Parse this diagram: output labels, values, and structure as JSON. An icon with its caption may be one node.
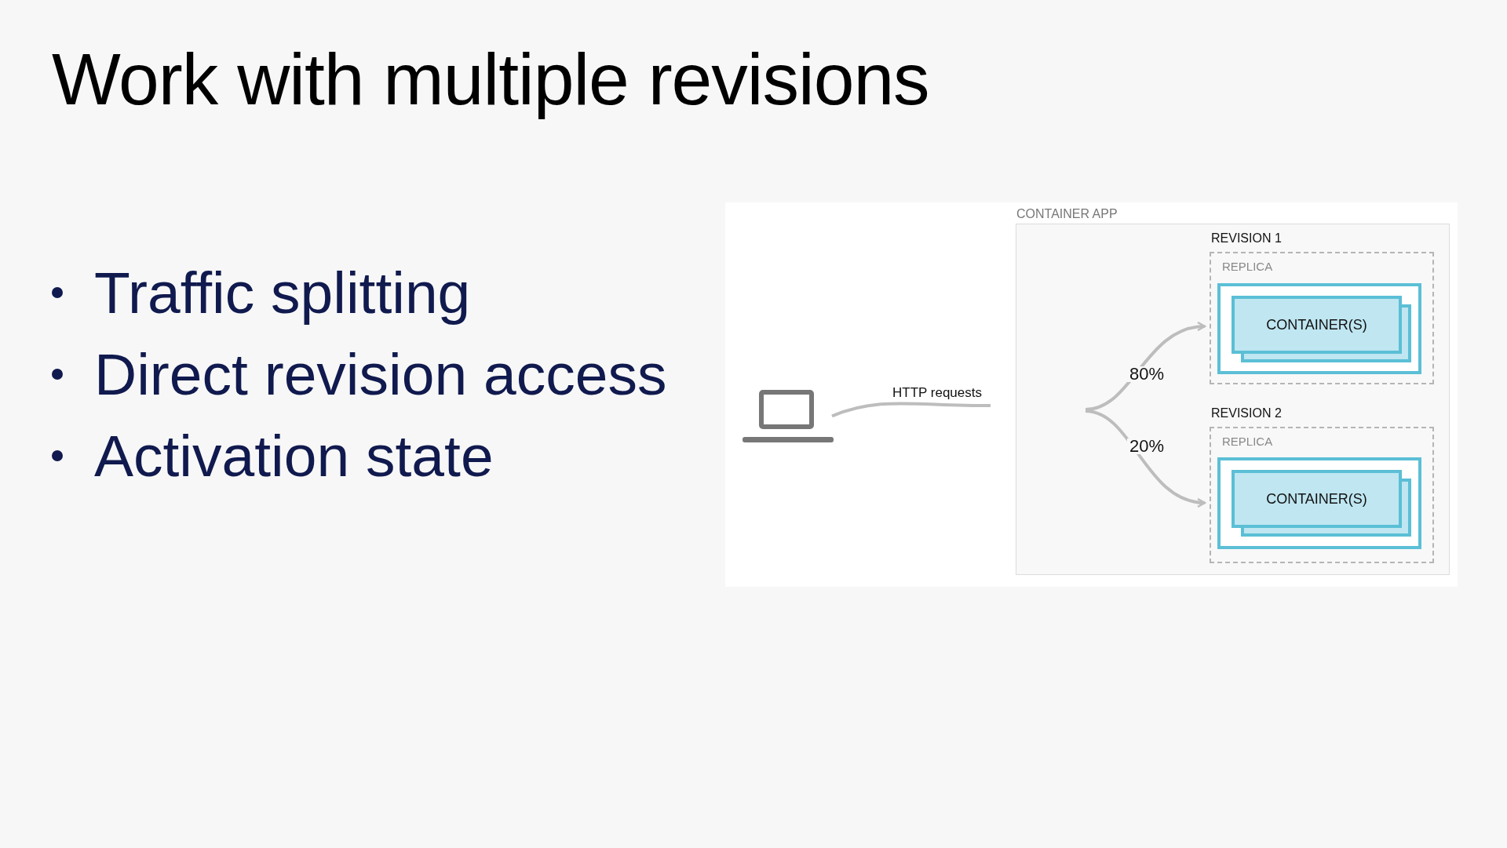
{
  "diagram": {
    "title": "Work with multiple revisions",
    "nodes": [
      {
        "text": [
          "CONTAINER APP"
        ]
      },
      {
        "text": [
          "REVISION 1",
          "REPLICA"
        ],
        "in": 0
      },
      {
        "text": [
          "CONTAINER(S)"
        ],
        "in": 1
      },
      {
        "text": [
          "REVISION 2",
          "REPLICA"
        ],
        "in": 0
      },
      {
        "text": [
          "CONTAINER(S)"
        ],
        "in": 3
      },
      {
        "text": [],
        "shape": "laptop"
      }
    ],
    "edges": [
      {
        "from": 5,
        "to": null,
        "arrow": "none",
        "label": "HTTP requests"
      },
      {
        "from": null,
        "to": 1,
        "arrow": "to",
        "label": "80%"
      },
      {
        "from": null,
        "to": 3,
        "arrow": "to",
        "label": "20%"
      }
    ],
    "labels": [
      "Traffic splitting",
      "Direct revision access",
      "Activation state"
    ]
  }
}
